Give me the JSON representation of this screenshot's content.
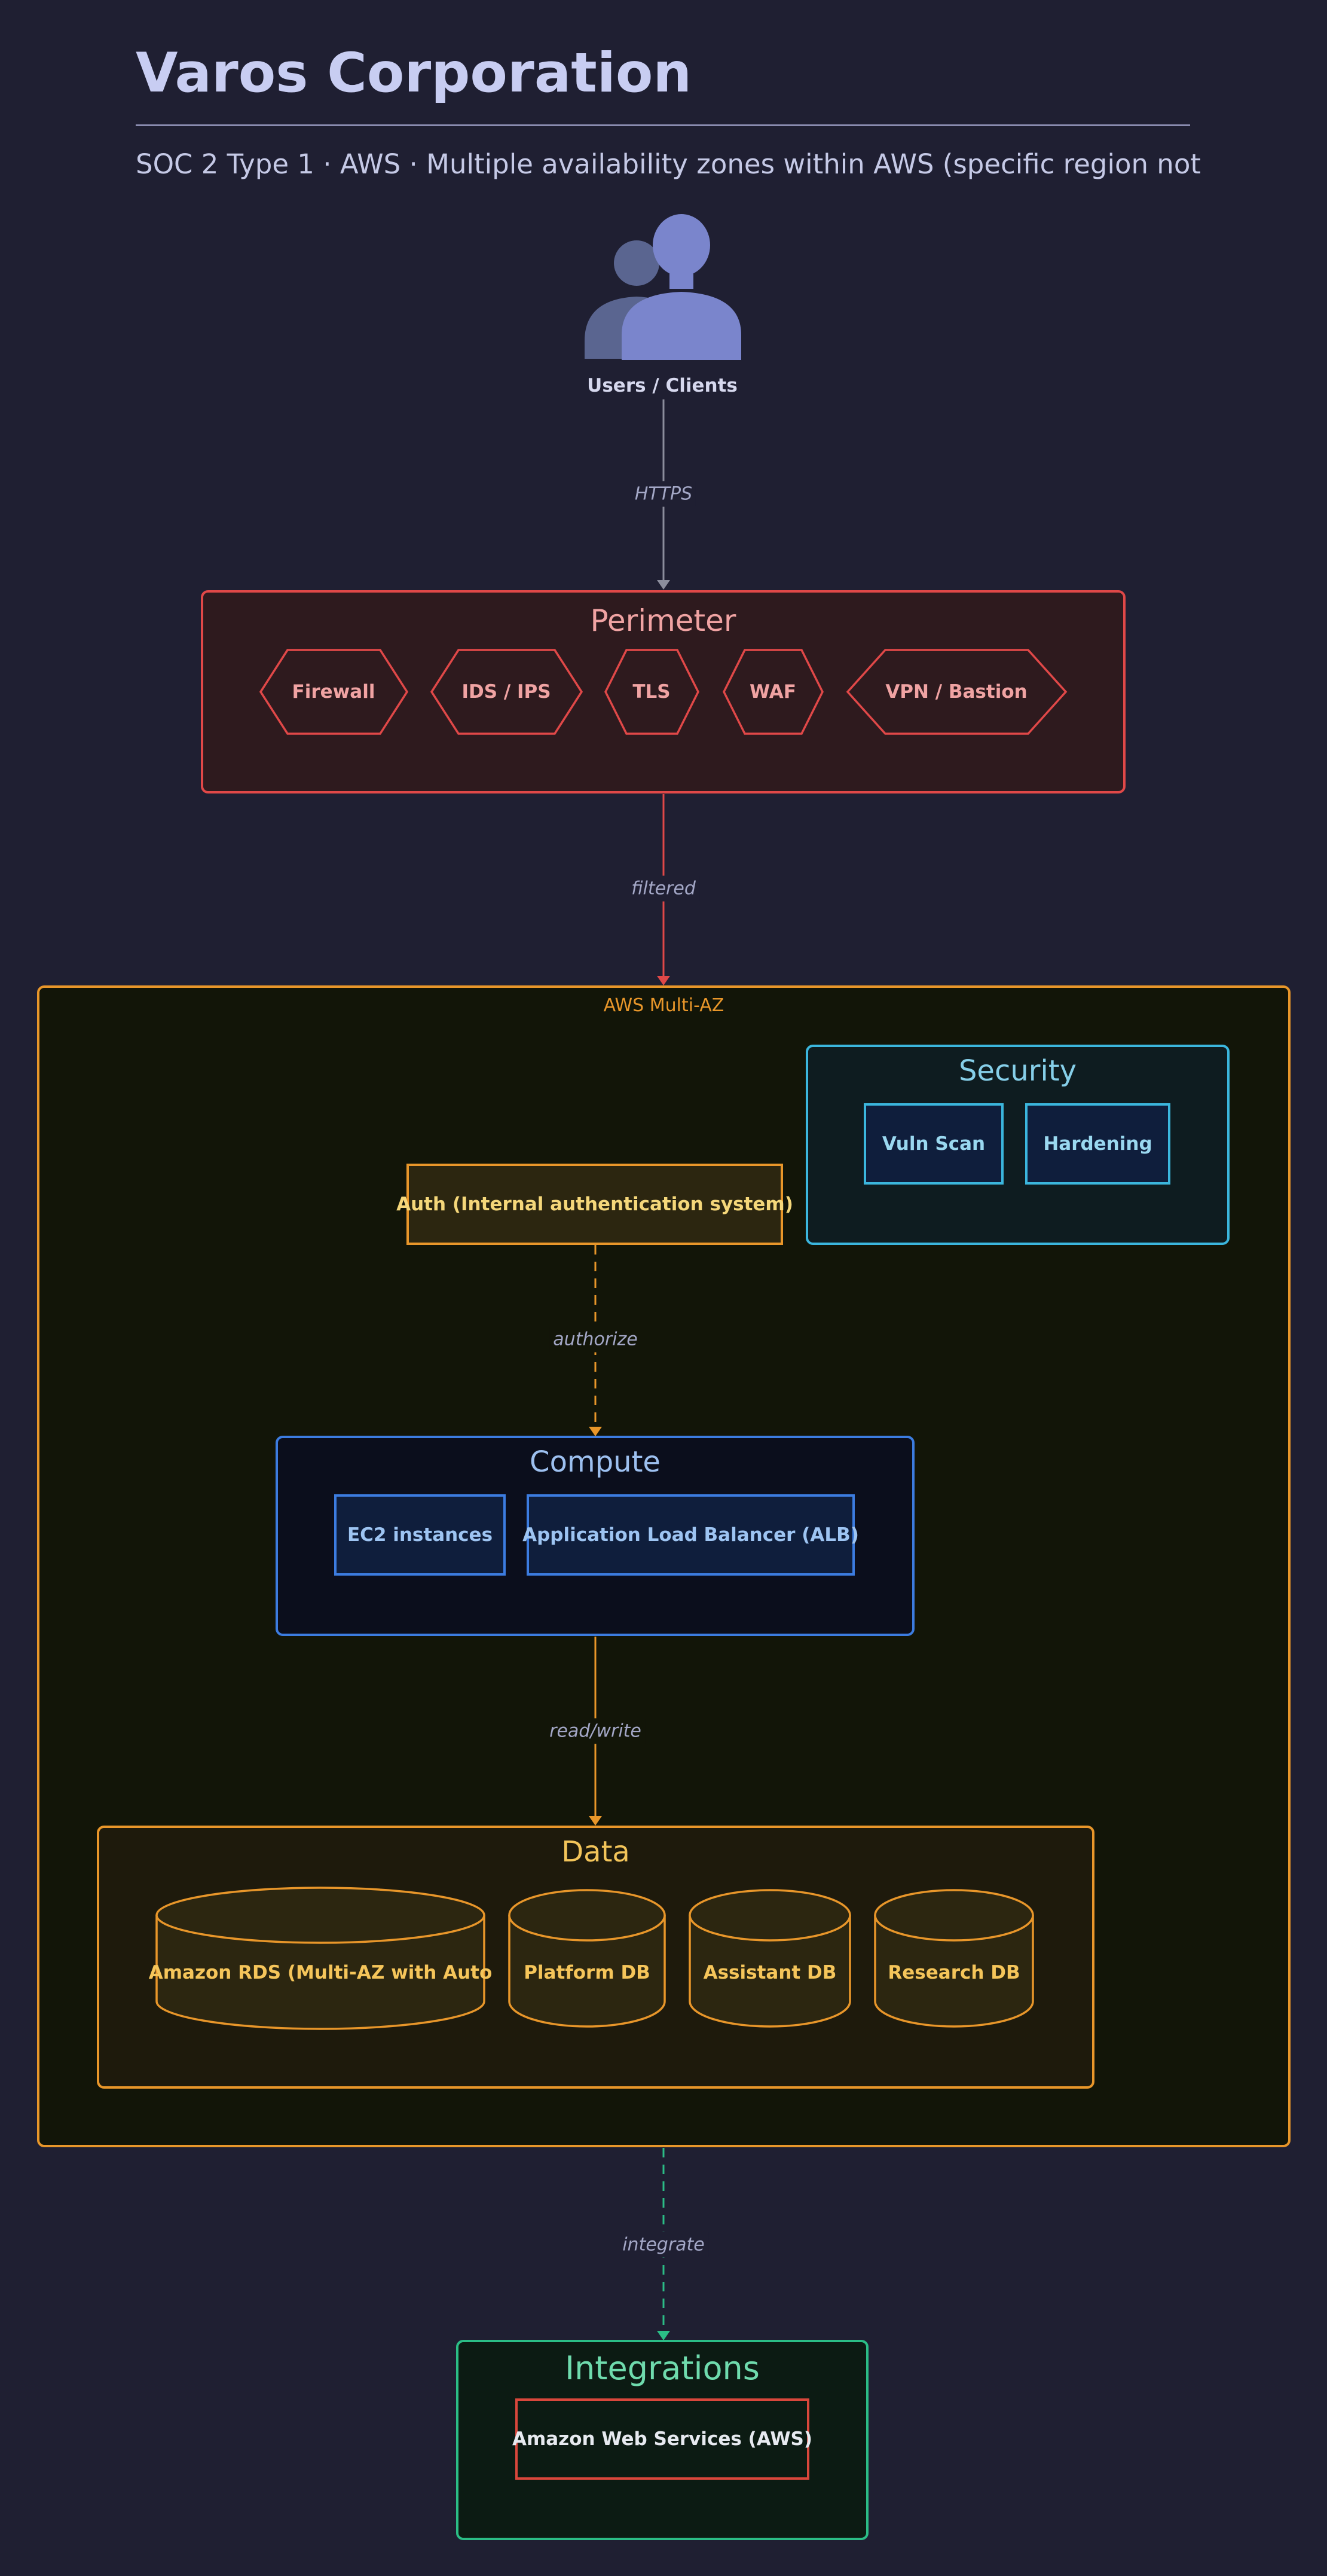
{
  "header": {
    "title": "Varos Corporation",
    "subtitle": "SOC 2 Type 1 · AWS · Multiple availability zones within AWS (specific region not"
  },
  "users": {
    "label": "Users / Clients",
    "icon": "users-icon"
  },
  "edges": {
    "https": "HTTPS",
    "filtered": "filtered",
    "authorize": "authorize",
    "readwrite": "read/write",
    "integrate": "integrate"
  },
  "perimeter": {
    "title": "Perimeter",
    "nodes": [
      "Firewall",
      "IDS / IPS",
      "TLS",
      "WAF",
      "VPN / Bastion"
    ]
  },
  "aws": {
    "title": "AWS Multi-AZ"
  },
  "security": {
    "title": "Security",
    "nodes": [
      "Vuln Scan",
      "Hardening"
    ]
  },
  "auth": {
    "label": "Auth (Internal authentication system)"
  },
  "compute": {
    "title": "Compute",
    "nodes": [
      "EC2 instances",
      "Application Load Balancer (ALB)"
    ]
  },
  "data": {
    "title": "Data",
    "nodes": [
      "Amazon RDS (Multi-AZ with Auto",
      "Platform DB",
      "Assistant DB",
      "Research DB"
    ]
  },
  "integrations": {
    "title": "Integrations",
    "nodes": [
      "Amazon Web Services (AWS)"
    ]
  },
  "colors": {
    "background": "#1f1f32",
    "perimeter": "#e04848",
    "aws": "#e8962a",
    "security": "#3bb6dd",
    "compute": "#3c7ce0",
    "integrations": "#2bbd86"
  }
}
